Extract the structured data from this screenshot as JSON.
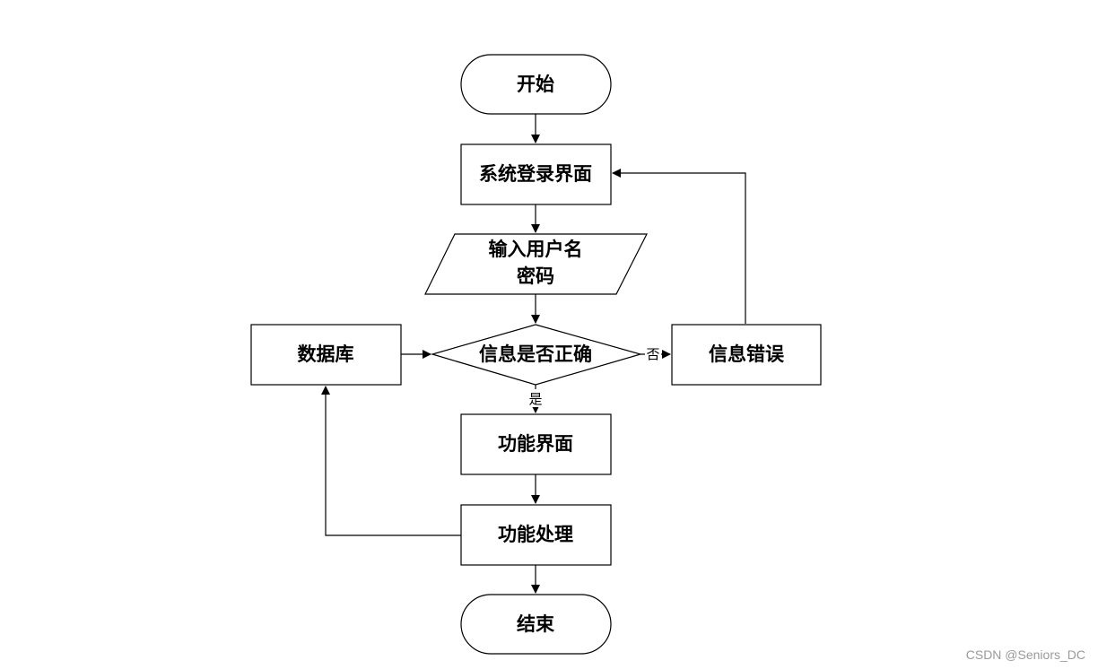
{
  "diagram": {
    "nodes": {
      "start": {
        "label": "开始"
      },
      "login": {
        "label": "系统登录界面"
      },
      "input": {
        "line1": "输入用户名",
        "line2": "密码"
      },
      "check": {
        "label": "信息是否正确"
      },
      "database": {
        "label": "数据库"
      },
      "error": {
        "label": "信息错误"
      },
      "func_ui": {
        "label": "功能界面"
      },
      "func_proc": {
        "label": "功能处理"
      },
      "end": {
        "label": "结束"
      }
    },
    "edges": {
      "no_label": "否",
      "yes_label": "是"
    }
  },
  "watermark": "CSDN @Seniors_DC"
}
